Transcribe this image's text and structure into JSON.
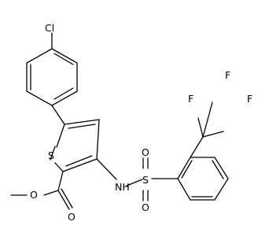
{
  "molecule": {
    "atoms": {
      "chlorine": "Cl",
      "sulfur_ring": "S",
      "sulfonyl_s": "S",
      "sulfonyl_o_top": "O",
      "sulfonyl_o_bottom": "O",
      "nh": "NH",
      "ester_o_single": "O",
      "ester_o_double": "O",
      "fluorine_1": "F",
      "fluorine_2": "F",
      "fluorine_3": "F"
    }
  }
}
